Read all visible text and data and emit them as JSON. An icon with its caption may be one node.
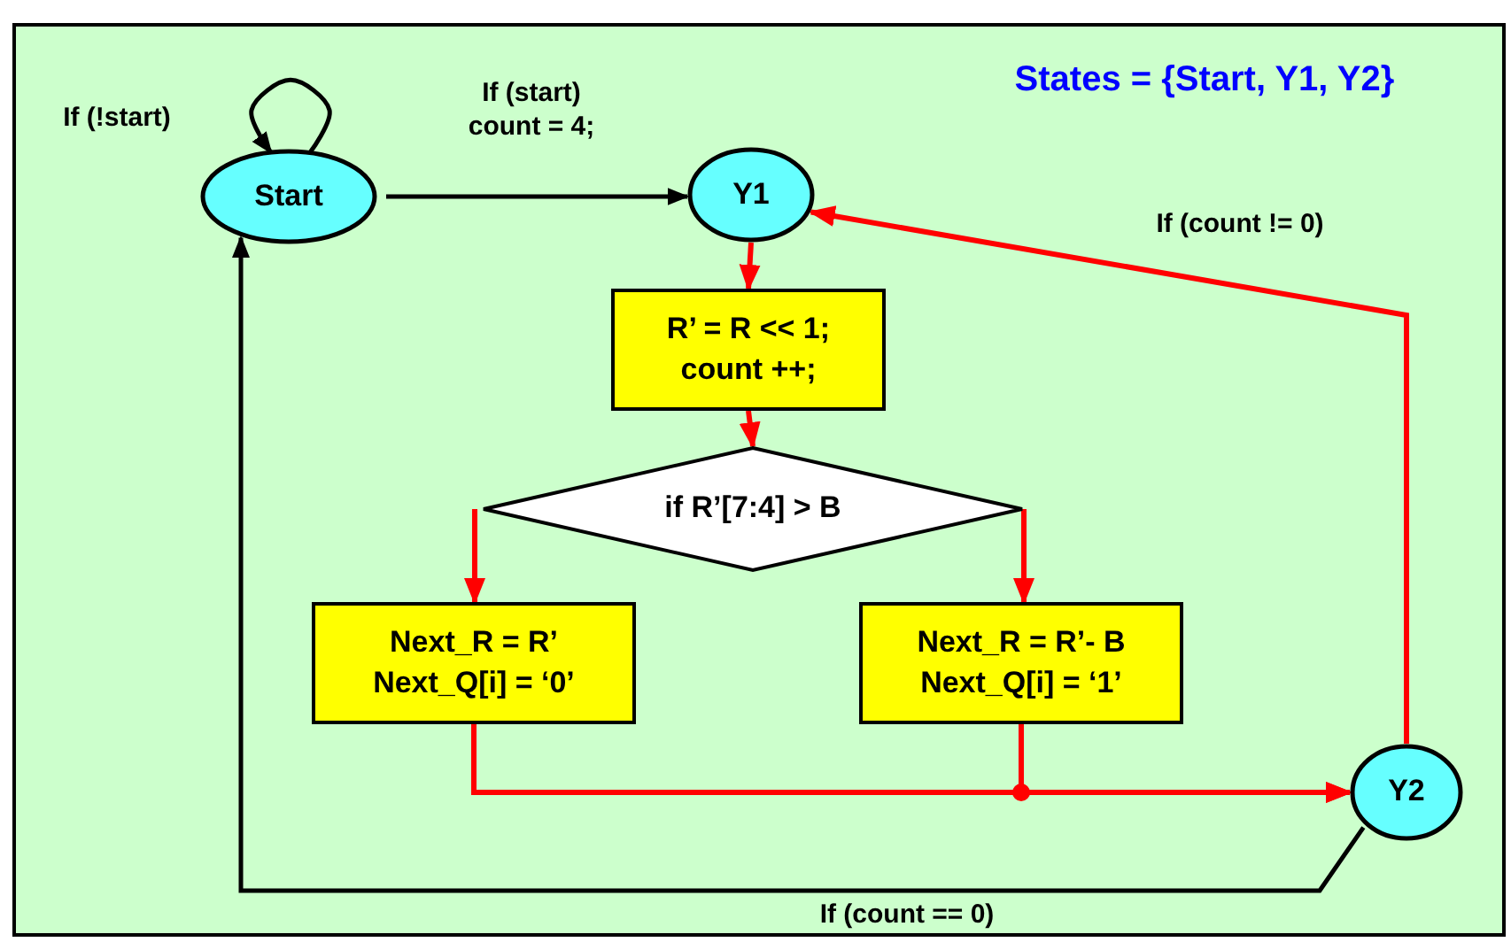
{
  "diagram": {
    "nodes": [
      {
        "text": [
          "Start"
        ]
      },
      {
        "text": [
          "Y1"
        ]
      },
      {
        "text": [
          "R’ = R << 1; count ++;"
        ]
      },
      {
        "text": [
          "if R’[7:4] > B"
        ]
      },
      {
        "text": [
          "Next_R = R’ Next_Q[i] = ‘0’"
        ]
      },
      {
        "text": [
          "Next_R = R’- B Next_Q[i] = ‘1’"
        ]
      },
      {
        "text": [
          "Y2"
        ]
      }
    ],
    "edges": [
      {
        "from": 0,
        "to": 0,
        "arrow": "to",
        "label": "If (!start)",
        "color": "#000000"
      },
      {
        "from": 0,
        "to": 1,
        "arrow": "to",
        "label": "If (start) count = 4;",
        "color": "#000000"
      },
      {
        "from": 1,
        "to": 2,
        "arrow": "to"
      },
      {
        "from": 2,
        "to": 3,
        "arrow": "to"
      },
      {
        "from": 3,
        "to": 4,
        "arrow": "to"
      },
      {
        "from": 3,
        "to": 5,
        "arrow": "to"
      },
      {
        "from": 4,
        "to": 6,
        "arrow": "to"
      },
      {
        "from": 5,
        "to": 6,
        "arrow": "to"
      },
      {
        "from": 6,
        "to": 1,
        "arrow": "to",
        "label": "If (count != 0)"
      },
      {
        "from": 6,
        "to": 0,
        "arrow": "to",
        "label": "If (count == 0)",
        "color": "#000000"
      }
    ],
    "labels": [
      "States = {Start, Y1, Y2}"
    ]
  }
}
